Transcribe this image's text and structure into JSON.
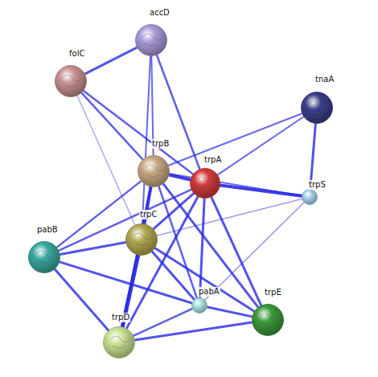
{
  "diagram": {
    "nodes": [
      {
        "text": [
          "accD"
        ]
      },
      {
        "text": [
          "folC"
        ]
      },
      {
        "text": [
          "tnaA"
        ]
      },
      {
        "text": [
          "trpB"
        ]
      },
      {
        "text": [
          "trpA"
        ]
      },
      {
        "text": [
          "trpS"
        ]
      },
      {
        "text": [
          "trpC"
        ]
      },
      {
        "text": [
          "pabB"
        ]
      },
      {
        "text": [
          "pabA"
        ]
      },
      {
        "text": [
          "trpE"
        ]
      },
      {
        "text": [
          "trpD"
        ]
      }
    ],
    "edges": [
      {
        "from": 0,
        "to": 1,
        "arrow": "none"
      },
      {
        "from": 0,
        "to": 3,
        "arrow": "none"
      },
      {
        "from": 0,
        "to": 4,
        "arrow": "none"
      },
      {
        "from": 0,
        "to": 6,
        "arrow": "none"
      },
      {
        "from": 1,
        "to": 3,
        "arrow": "none"
      },
      {
        "from": 1,
        "to": 4,
        "arrow": "none"
      },
      {
        "from": 1,
        "to": 6,
        "arrow": "none"
      },
      {
        "from": 2,
        "to": 3,
        "arrow": "none"
      },
      {
        "from": 2,
        "to": 4,
        "arrow": "none"
      },
      {
        "from": 2,
        "to": 5,
        "arrow": "none"
      },
      {
        "from": 3,
        "to": 4,
        "arrow": "none"
      },
      {
        "from": 3,
        "to": 5,
        "arrow": "none"
      },
      {
        "from": 4,
        "to": 5,
        "arrow": "none"
      },
      {
        "from": 3,
        "to": 6,
        "arrow": "none"
      },
      {
        "from": 3,
        "to": 7,
        "arrow": "none"
      },
      {
        "from": 3,
        "to": 8,
        "arrow": "none"
      },
      {
        "from": 3,
        "to": 9,
        "arrow": "none"
      },
      {
        "from": 3,
        "to": 10,
        "arrow": "none"
      },
      {
        "from": 4,
        "to": 6,
        "arrow": "none"
      },
      {
        "from": 4,
        "to": 7,
        "arrow": "none"
      },
      {
        "from": 4,
        "to": 8,
        "arrow": "none"
      },
      {
        "from": 4,
        "to": 9,
        "arrow": "none"
      },
      {
        "from": 4,
        "to": 10,
        "arrow": "none"
      },
      {
        "from": 5,
        "to": 6,
        "arrow": "none"
      },
      {
        "from": 5,
        "to": 8,
        "arrow": "none"
      },
      {
        "from": 6,
        "to": 7,
        "arrow": "none"
      },
      {
        "from": 6,
        "to": 10,
        "arrow": "none"
      },
      {
        "from": 6,
        "to": 8,
        "arrow": "none"
      },
      {
        "from": 6,
        "to": 9,
        "arrow": "none"
      },
      {
        "from": 7,
        "to": 8,
        "arrow": "none"
      },
      {
        "from": 7,
        "to": 10,
        "arrow": "none"
      },
      {
        "from": 8,
        "to": 10,
        "arrow": "none"
      },
      {
        "from": 8,
        "to": 9,
        "arrow": "none"
      },
      {
        "from": 10,
        "to": 9,
        "arrow": "none"
      }
    ]
  }
}
